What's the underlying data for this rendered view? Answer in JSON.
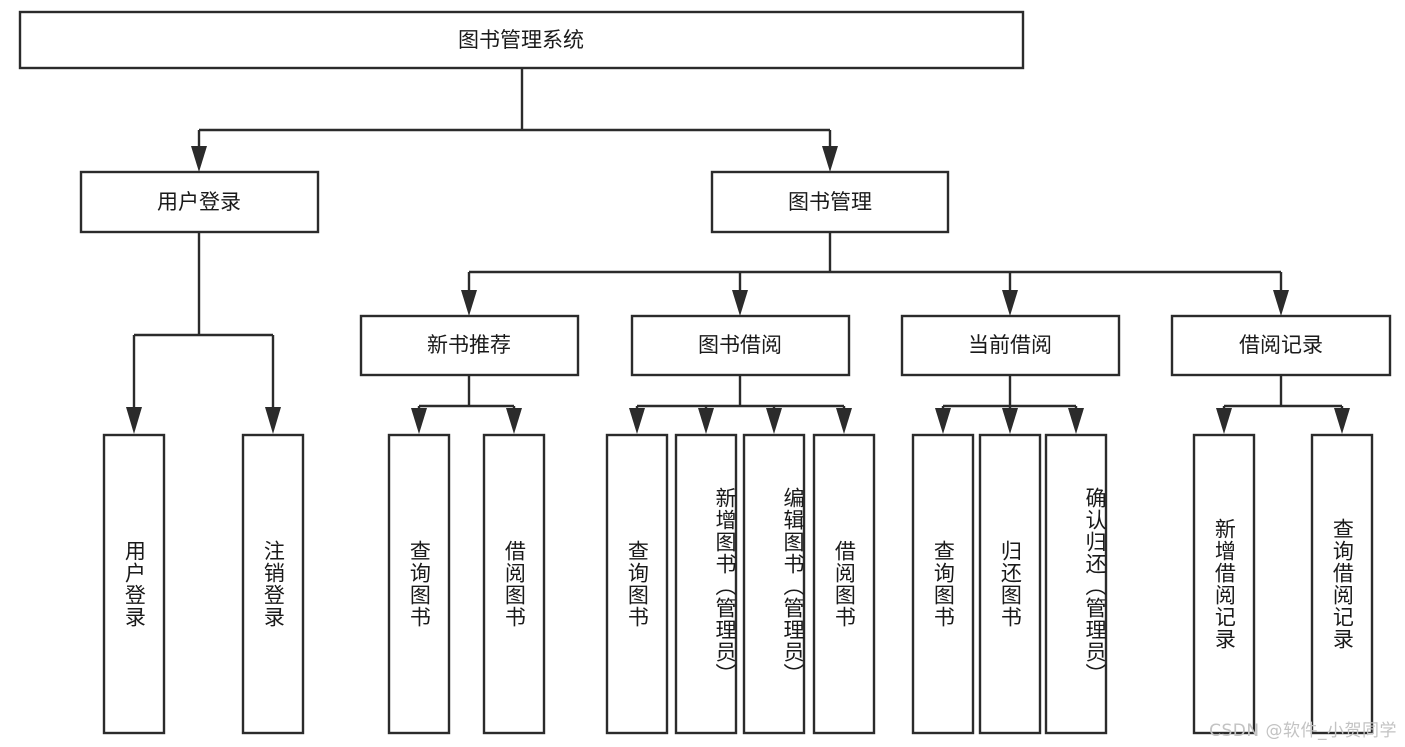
{
  "diagram": {
    "title": "图书管理系统",
    "type": "tree-hierarchy-diagram",
    "colors": {
      "box_border": "#2b2b2b",
      "box_fill": "#ffffff",
      "connector": "#2b2b2b",
      "text": "#1a1a1a",
      "watermark": "#c3c3c3",
      "background": "#ffffff"
    },
    "root": {
      "label": "图书管理系统"
    },
    "level2": [
      {
        "id": "user-login",
        "label": "用户登录"
      },
      {
        "id": "book-management",
        "label": "图书管理"
      }
    ],
    "level3": [
      {
        "id": "new-book-recommend",
        "label": "新书推荐"
      },
      {
        "id": "book-borrow",
        "label": "图书借阅"
      },
      {
        "id": "current-borrow",
        "label": "当前借阅"
      },
      {
        "id": "borrow-record",
        "label": "借阅记录"
      }
    ],
    "leaves": {
      "user_login": [
        {
          "id": "leaf-user-login",
          "label": "用户登录"
        },
        {
          "id": "leaf-logout-login",
          "label": "注销登录"
        }
      ],
      "new_book_recommend": [
        {
          "id": "leaf-query-book-1",
          "label": "查询图书"
        },
        {
          "id": "leaf-borrow-book-1",
          "label": "借阅图书"
        }
      ],
      "book_borrow": [
        {
          "id": "leaf-query-book-2",
          "label": "查询图书"
        },
        {
          "id": "leaf-add-book",
          "label": "新增图书（管理员）"
        },
        {
          "id": "leaf-edit-book",
          "label": "编辑图书（管理员）"
        },
        {
          "id": "leaf-borrow-book-2",
          "label": "借阅图书"
        }
      ],
      "current_borrow": [
        {
          "id": "leaf-query-book-3",
          "label": "查询图书"
        },
        {
          "id": "leaf-return-book",
          "label": "归还图书"
        },
        {
          "id": "leaf-confirm-return",
          "label": "确认归还（管理员）"
        }
      ],
      "borrow_record": [
        {
          "id": "leaf-add-record",
          "label": "新增借阅记录"
        },
        {
          "id": "leaf-query-record",
          "label": "查询借阅记录"
        }
      ]
    }
  },
  "watermark": {
    "text": "CSDN @软件_小贺同学"
  }
}
